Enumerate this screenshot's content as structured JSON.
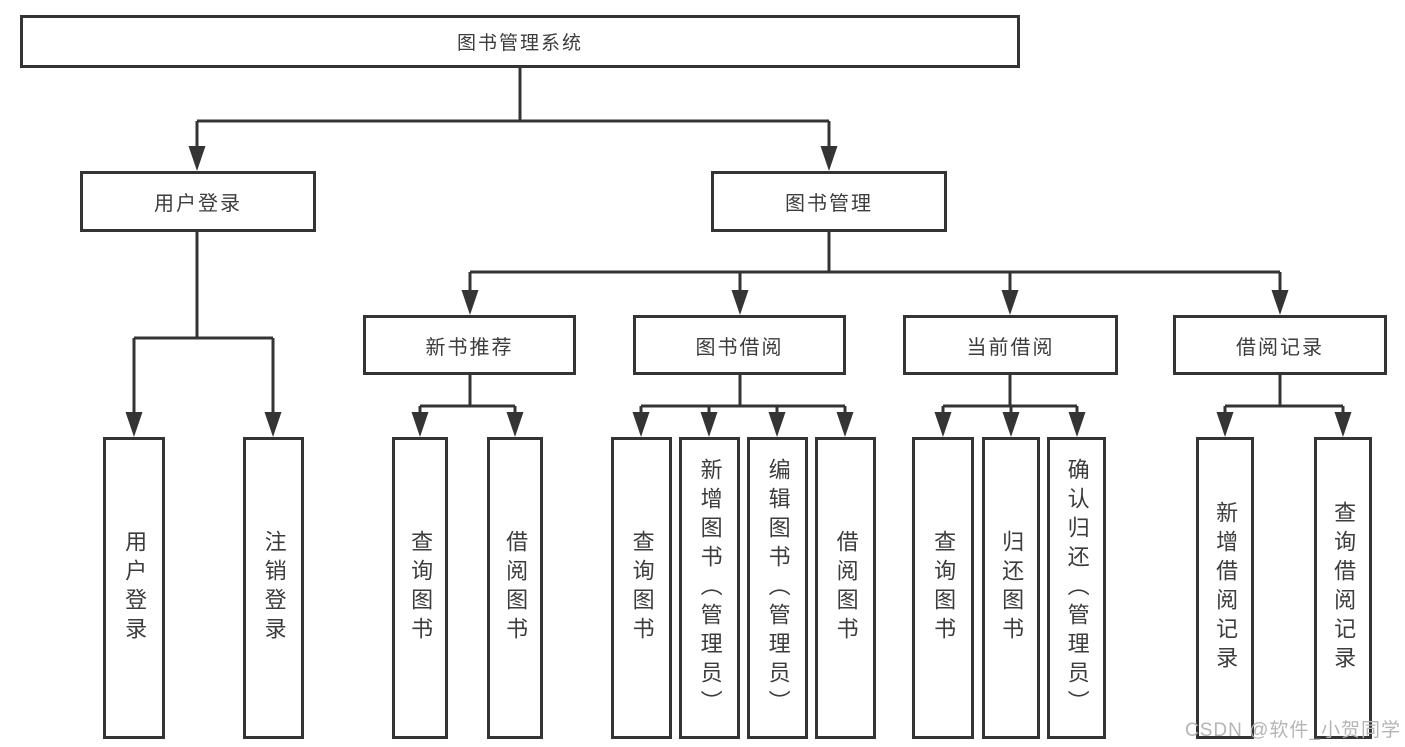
{
  "tree": {
    "root": "图书管理系统",
    "branches": [
      {
        "label": "用户登录",
        "children": [
          {
            "label": "用户登录"
          },
          {
            "label": "注销登录"
          }
        ]
      },
      {
        "label": "图书管理",
        "groups": [
          {
            "label": "新书推荐",
            "children": [
              {
                "label": "查询图书"
              },
              {
                "label": "借阅图书"
              }
            ]
          },
          {
            "label": "图书借阅",
            "children": [
              {
                "label": "查询图书"
              },
              {
                "label": "新增图书（管理员）"
              },
              {
                "label": "编辑图书（管理员）"
              },
              {
                "label": "借阅图书"
              }
            ]
          },
          {
            "label": "当前借阅",
            "children": [
              {
                "label": "查询图书"
              },
              {
                "label": "归还图书"
              },
              {
                "label": "确认归还（管理员）"
              }
            ]
          },
          {
            "label": "借阅记录",
            "children": [
              {
                "label": "新增借阅记录"
              },
              {
                "label": "查询借阅记录"
              }
            ]
          }
        ]
      }
    ]
  },
  "watermark": "CSDN @软件_小贺同学",
  "colors": {
    "line": "#343434",
    "text": "#3c3c3c",
    "background": "#ffffff",
    "watermark": "#b5b5b5"
  }
}
